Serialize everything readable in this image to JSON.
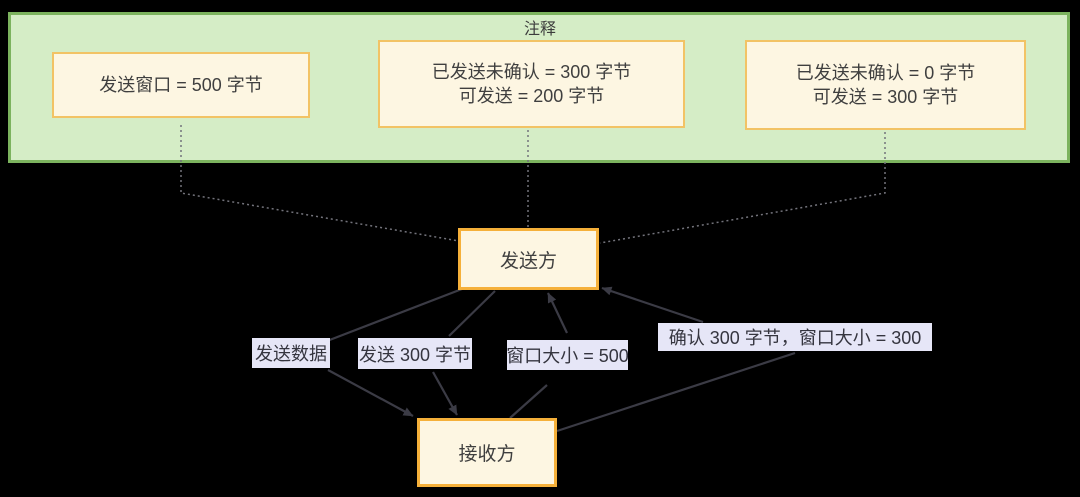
{
  "note_panel": {
    "title": "注释",
    "notes": [
      {
        "lines": [
          "发送窗口 = 500 字节"
        ]
      },
      {
        "lines": [
          "已发送未确认 = 300 字节",
          "可发送 = 200 字节"
        ]
      },
      {
        "lines": [
          "已发送未确认 = 0 字节",
          "可发送 = 300 字节"
        ]
      }
    ]
  },
  "nodes": {
    "sender": "发送方",
    "receiver": "接收方"
  },
  "edges": [
    {
      "label": "发送数据",
      "from": "发送方",
      "to": "接收方"
    },
    {
      "label": "发送 300 字节",
      "from": "发送方",
      "to": "接收方"
    },
    {
      "label": "窗口大小 = 500",
      "from": "接收方",
      "to": "发送方"
    },
    {
      "label": "确认 300 字节，窗口大小 = 300",
      "from": "接收方",
      "to": "发送方"
    }
  ],
  "colors": {
    "background": "#000000",
    "panel_fill": "#d5edc6",
    "panel_border": "#7cb35e",
    "note_fill": "#fdf6e2",
    "note_border": "#f2c365",
    "node_fill": "#fdf6e2",
    "node_border": "#f5b03a",
    "edge_label_fill": "#e6e6f7",
    "edge_color": "#3b3b45",
    "dashed_link_color": "#73737b",
    "text_color": "#3f3f3f"
  }
}
